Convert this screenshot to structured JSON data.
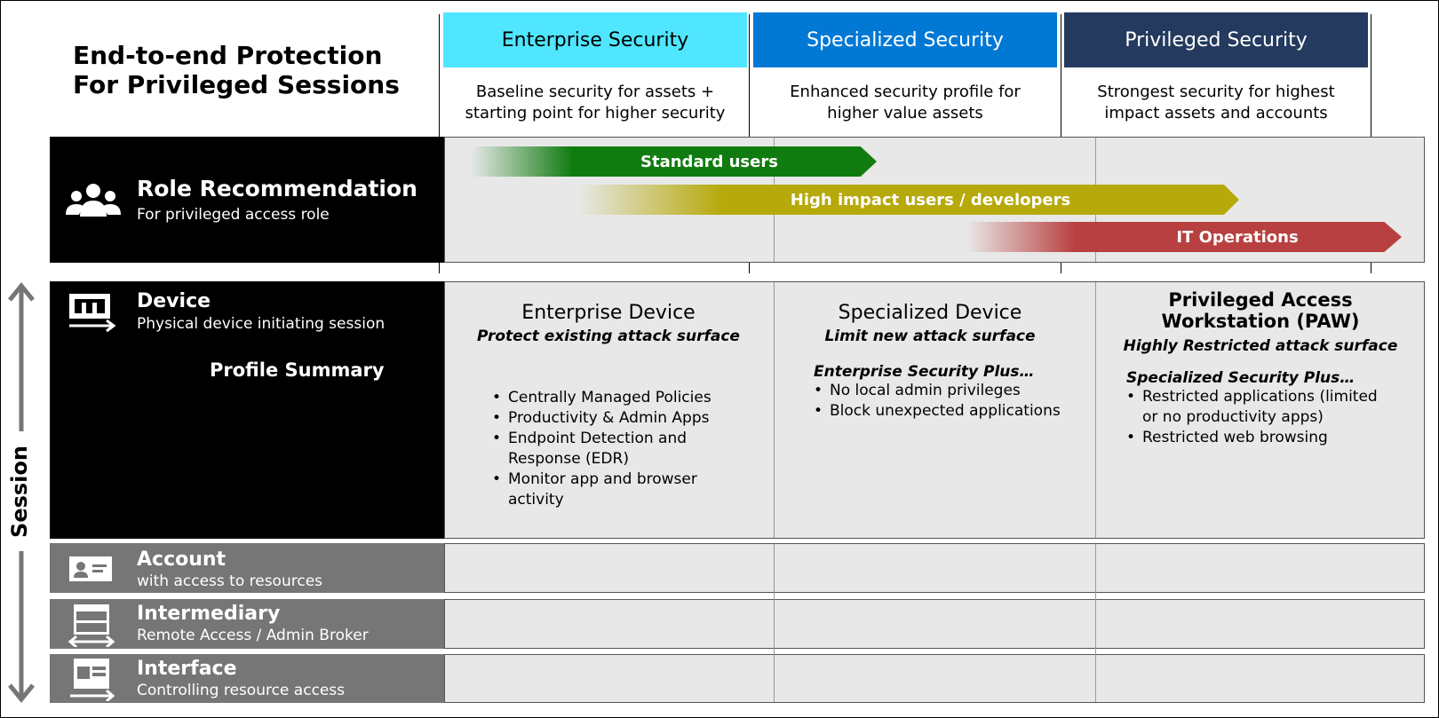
{
  "title": {
    "line1": "End-to-end Protection",
    "line2": "For Privileged Sessions"
  },
  "columns": [
    {
      "heading": "Enterprise Security",
      "description_line1": "Baseline security for assets +",
      "description_line2": "starting point for higher security",
      "color": "#50e6ff"
    },
    {
      "heading": "Specialized Security",
      "description_line1": "Enhanced security profile for",
      "description_line2": "higher value assets",
      "color": "#0078d4"
    },
    {
      "heading": "Privileged Security",
      "description_line1": "Strongest security for highest",
      "description_line2": "impact assets and accounts",
      "color": "#243a5e"
    }
  ],
  "role": {
    "title": "Role Recommendation",
    "subtitle": "For privileged access role",
    "icon": "users-icon",
    "arrows": [
      {
        "label": "Standard users",
        "color": "#107c10"
      },
      {
        "label": "High impact users / developers",
        "color": "#b6a90a"
      },
      {
        "label": "IT Operations",
        "color": "#b94040"
      }
    ]
  },
  "device": {
    "title": "Device",
    "subtitle": "Physical device initiating session",
    "profile_summary": "Profile Summary",
    "icon": "device-icon",
    "enterprise": {
      "title": "Enterprise Device",
      "subtitle": "Protect existing attack surface",
      "bullets": [
        "Centrally Managed Policies",
        "Productivity & Admin Apps",
        "Endpoint Detection and Response (EDR)",
        "Monitor app and browser activity"
      ]
    },
    "specialized": {
      "title": "Specialized Device",
      "subtitle": "Limit new attack surface",
      "plus": "Enterprise Security Plus…",
      "bullets": [
        "No local admin privileges",
        "Block unexpected applications"
      ]
    },
    "privileged": {
      "title_line1": "Privileged Access",
      "title_line2": "Workstation (PAW)",
      "subtitle": "Highly Restricted attack surface",
      "plus": "Specialized Security Plus…",
      "bullets": [
        "Restricted applications (limited or no productivity apps)",
        "Restricted web browsing"
      ]
    }
  },
  "account": {
    "title": "Account",
    "subtitle": "with access to resources",
    "icon": "id-card-icon"
  },
  "intermediary": {
    "title": "Intermediary",
    "subtitle": "Remote Access / Admin Broker",
    "icon": "window-arrows-icon"
  },
  "interface": {
    "title": "Interface",
    "subtitle": "Controlling resource access",
    "icon": "interface-window-icon"
  },
  "session_label": "Session"
}
